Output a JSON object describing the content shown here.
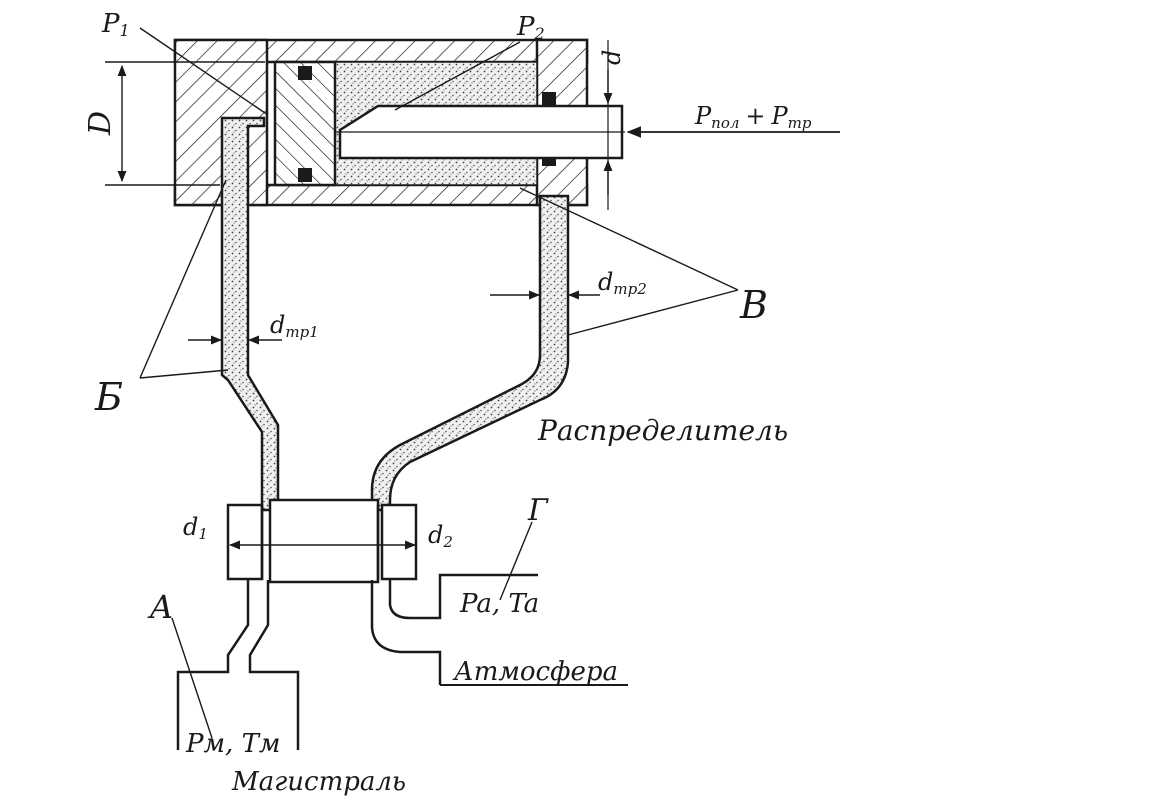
{
  "labels": {
    "p1": "P",
    "p1_sub": "1",
    "p2": "P",
    "p2_sub": "2",
    "big_d": "D",
    "small_d": "d",
    "force_main": "P",
    "force_main_sub": "пол",
    "force_plus": "+",
    "force_second": "P",
    "force_second_sub": "тр",
    "d_tr1": "d",
    "d_tr1_sub": "тр1",
    "d_tr2": "d",
    "d_tr2_sub": "тр2",
    "label_b": "Б",
    "label_v": "В",
    "distributor": "Распределитель",
    "d1": "d",
    "d1_sub": "1",
    "d2": "d",
    "d2_sub": "2",
    "label_g": "Г",
    "pa_ta": "Pa, Ta",
    "atmosphere": "Атмосфера",
    "label_a": "A",
    "pm_tm": "Pм, Tм",
    "main_line": "Магистраль"
  },
  "colors": {
    "ink": "#1a1a1a",
    "fill_speckle": "#d8d8d8",
    "paper": "#ffffff"
  }
}
